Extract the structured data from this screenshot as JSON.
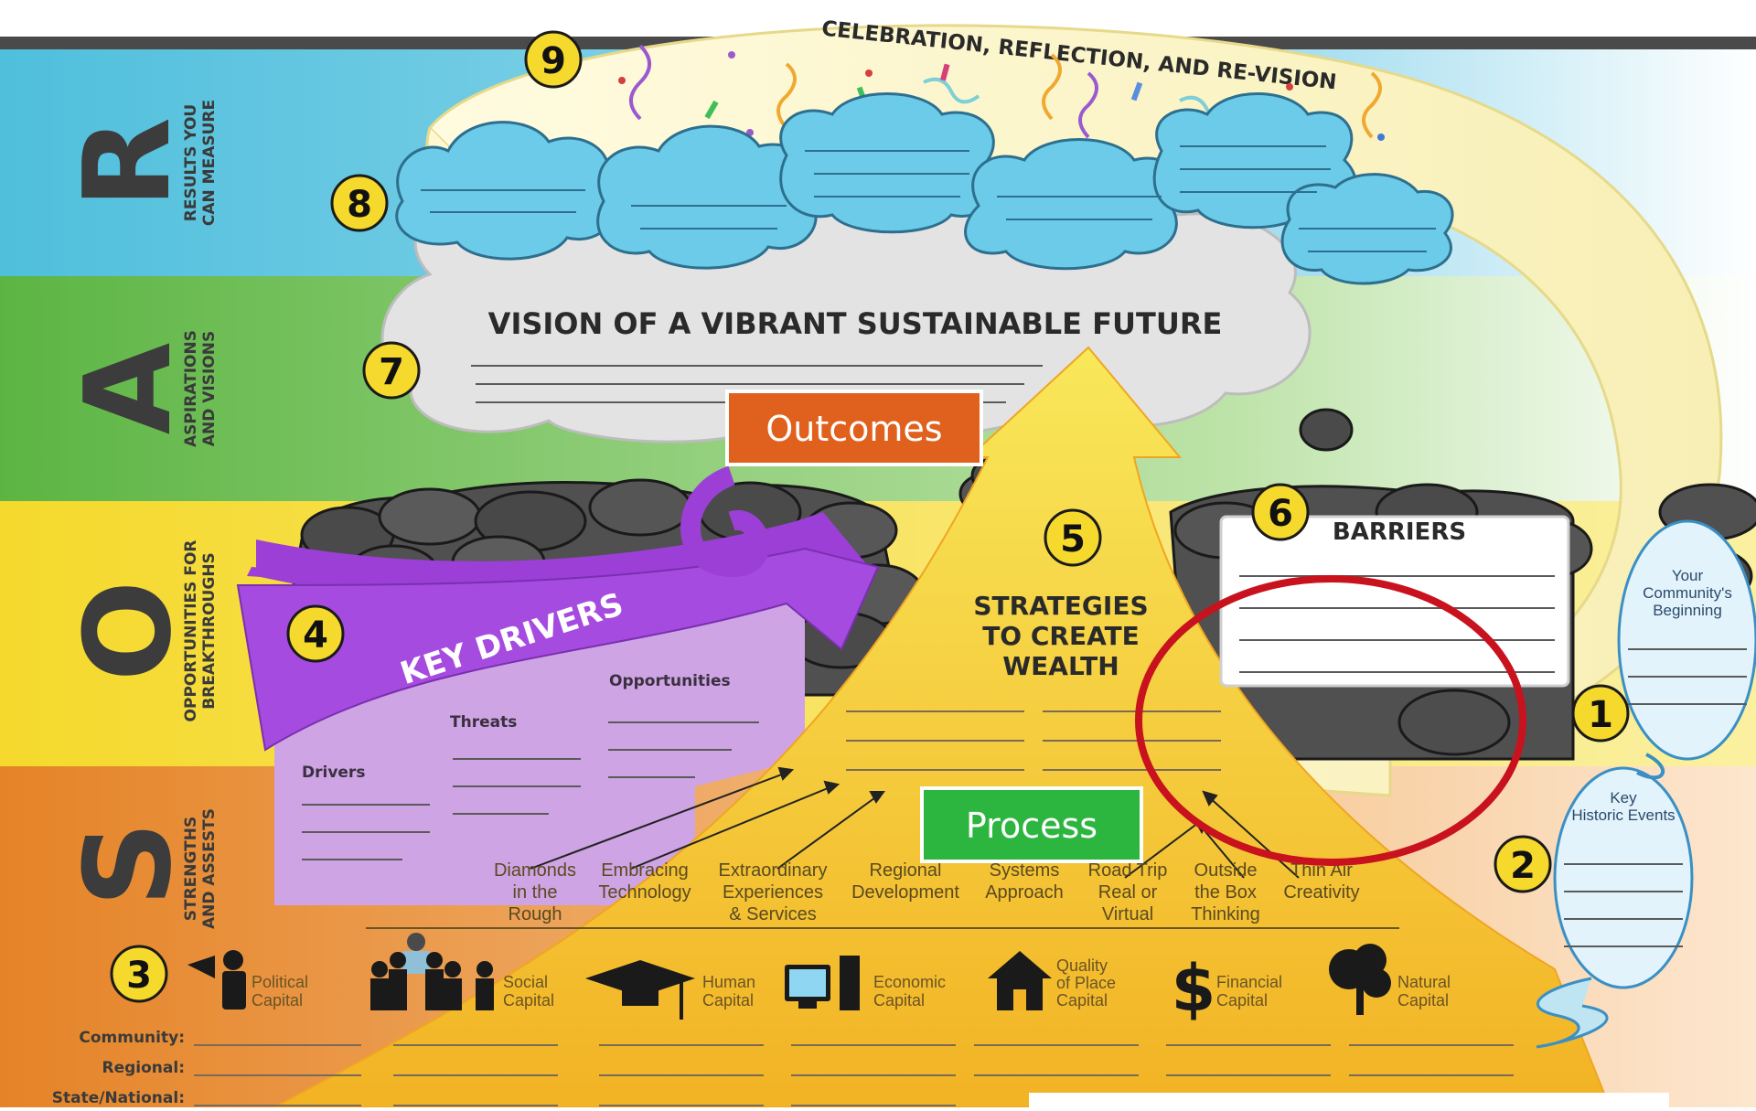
{
  "title": "CELEBRATION, REFLECTION, AND RE-VISION",
  "bands": [
    {
      "letter": "R",
      "label_lines": [
        "RESULTS YOU",
        "CAN MEASURE"
      ],
      "color": "#5bc4df"
    },
    {
      "letter": "A",
      "label_lines": [
        "ASPIRATIONS",
        "AND VISIONS"
      ],
      "color": "#66bb4d"
    },
    {
      "letter": "O",
      "label_lines": [
        "OPPORTUNITIES FOR",
        "BREAKTHROUGHS"
      ],
      "color": "#f7dd33"
    },
    {
      "letter": "S",
      "label_lines": [
        "STRENGTHS",
        "AND ASSESTS"
      ],
      "color": "#e58a2d"
    }
  ],
  "numbers": [
    "9",
    "8",
    "7",
    "6",
    "5",
    "4",
    "3",
    "2",
    "1"
  ],
  "vision_heading": "VISION OF A VIBRANT SUSTAINABLE FUTURE",
  "outcomes_label": "Outcomes",
  "process_label": "Process",
  "barriers_heading": "BARRIERS",
  "strategies_heading_lines": [
    "STRATEGIES",
    "TO CREATE",
    "WEALTH"
  ],
  "key_drivers": {
    "title": "KEY DRIVERS",
    "drivers_label": "Drivers",
    "threats_label": "Threats",
    "opportunities_label": "Opportunities"
  },
  "strategies": [
    {
      "lines": [
        "Diamonds",
        "in the",
        "Rough"
      ]
    },
    {
      "lines": [
        "Embracing",
        "Technology"
      ]
    },
    {
      "lines": [
        "Extraordinary",
        "Experiences",
        "& Services"
      ]
    },
    {
      "lines": [
        "Regional",
        "Development"
      ]
    },
    {
      "lines": [
        "Systems",
        "Approach"
      ]
    },
    {
      "lines": [
        "Road Trip",
        "Real or",
        "Virtual"
      ]
    },
    {
      "lines": [
        "Outside",
        "the Box",
        "Thinking"
      ]
    },
    {
      "lines": [
        "Thin Air",
        "Creativity"
      ]
    }
  ],
  "capitals": [
    {
      "lines": [
        "Political",
        "Capital"
      ],
      "icon": "megaphone-person-icon"
    },
    {
      "lines": [
        "Social",
        "Capital"
      ],
      "icon": "group-of-people-icon"
    },
    {
      "lines": [
        "Human",
        "Capital"
      ],
      "icon": "graduation-cap-icon"
    },
    {
      "lines": [
        "Economic",
        "Capital"
      ],
      "icon": "computer-icon"
    },
    {
      "lines": [
        "Quality",
        "of Place",
        "Capital"
      ],
      "icon": "house-icon"
    },
    {
      "lines": [
        "Financial",
        "Capital"
      ],
      "icon": "dollar-sign-icon"
    },
    {
      "lines": [
        "Natural",
        "Capital"
      ],
      "icon": "tree-icon"
    }
  ],
  "levels": [
    "Community:",
    "Regional:",
    "State/National:"
  ],
  "community_beginning_lines": [
    "Your",
    "Community's",
    "Beginning"
  ],
  "key_events_lines": [
    "Key",
    "Historic Events"
  ],
  "colors": {
    "results": "#5bc4df",
    "aspirations": "#66bb4d",
    "opportunities": "#f7dd33",
    "strengths": "#e58a2d",
    "outcomes_box": "#e0611e",
    "process_box": "#2cb53f",
    "highlight_circle": "#c8121e",
    "key_drivers_purple": "#9b3fd6"
  }
}
